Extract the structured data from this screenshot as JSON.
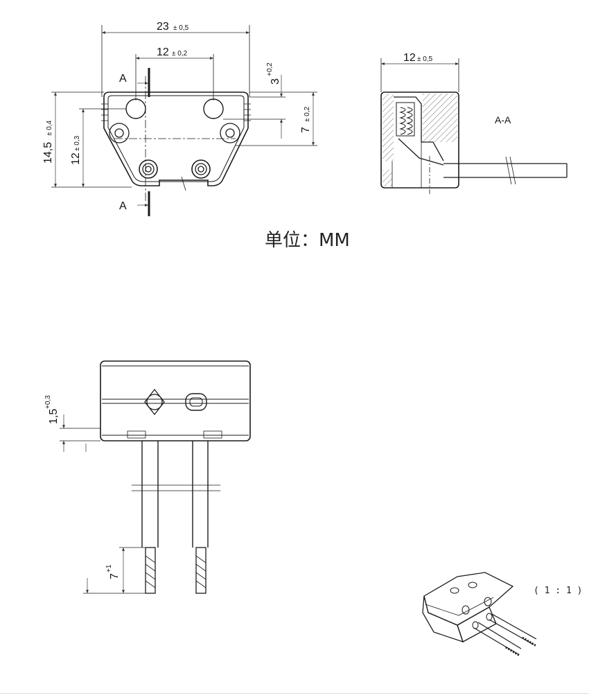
{
  "unit_label": "单位：MM",
  "scale_label": "( 1 : 1 )",
  "section_label": "A-A",
  "section_marker": "A",
  "front_view": {
    "width_main": "23",
    "width_tol": "± 0,5",
    "pitch_main": "12",
    "pitch_tol": "± 0,2",
    "height_main": "14,5",
    "height_tol": "± 0,4",
    "hole_height_main": "12",
    "hole_height_tol": "± 0,3",
    "top_offset_main": "3",
    "top_offset_tol": "+0,2",
    "inner_height_main": "7",
    "inner_height_tol": "± 0,2"
  },
  "side_view": {
    "depth_main": "12",
    "depth_tol": "± 0,5"
  },
  "bottom_view": {
    "step_main": "1,5",
    "step_tol": "+0,3",
    "strip_main": "7",
    "strip_tol": "+1"
  }
}
